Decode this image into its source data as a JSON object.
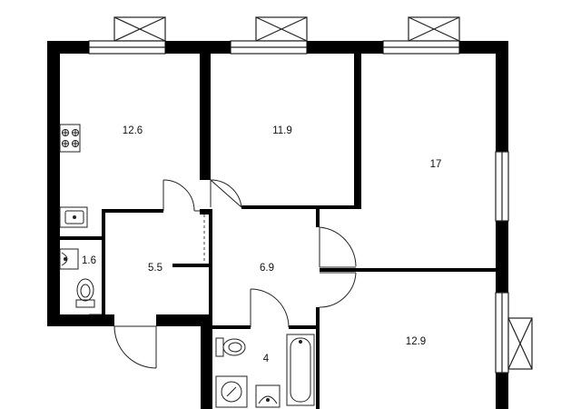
{
  "rooms": {
    "kitchen": {
      "area": "12.6"
    },
    "bedroom_middle": {
      "area": "11.9"
    },
    "living_room": {
      "area": "17"
    },
    "toilet": {
      "area": "1.6"
    },
    "hallway": {
      "area": "5.5"
    },
    "corridor": {
      "area": "6.9"
    },
    "bathroom": {
      "area": "4"
    },
    "bedroom_right": {
      "area": "12.9"
    }
  },
  "colors": {
    "wall": "#000000",
    "line": "#222222",
    "background": "#ffffff"
  }
}
